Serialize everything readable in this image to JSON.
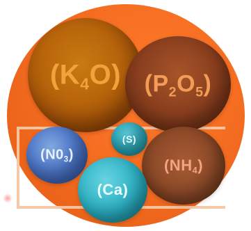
{
  "colors": {
    "background_circle": "#f26a1f",
    "panel_line": "#f7c7a2",
    "k4o_text": "#f2a23a",
    "p2o5_text": "#f39c57",
    "nh4_text": "#f2a57f",
    "no3_text": "#e8f1ff",
    "s_text": "#e6ffff",
    "ca_text": "#e9ffff"
  },
  "balls": {
    "k4o": {
      "open": "(K",
      "sub": "4",
      "close": "O)"
    },
    "p2o5": {
      "open": "(P",
      "sub1": "2",
      "mid": "O",
      "sub2": "5",
      "close": ")"
    },
    "no3": {
      "open": "(N0",
      "sub": "3",
      "close": ")"
    },
    "s": {
      "label": "(S)"
    },
    "nh4": {
      "open": "(NH",
      "sub": "4",
      "close": ")"
    },
    "ca": {
      "label": "(Ca)"
    }
  }
}
